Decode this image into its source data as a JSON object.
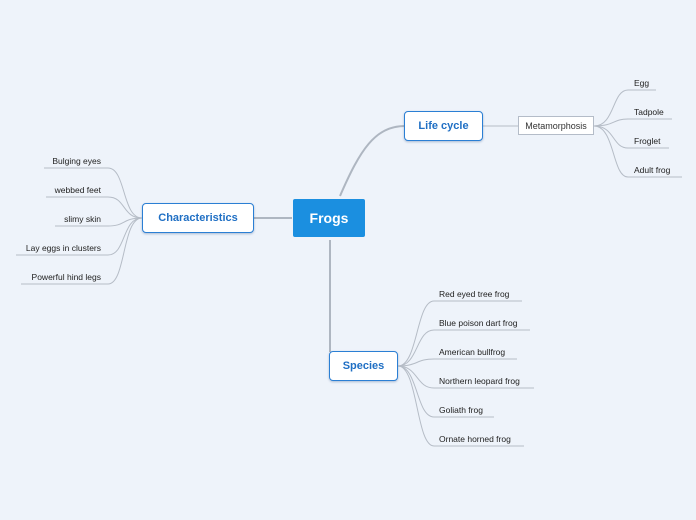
{
  "root": {
    "label": "Frogs"
  },
  "branches": {
    "life_cycle": {
      "label": "Life cycle",
      "sub": {
        "label": "Metamorphosis",
        "items": [
          "Egg",
          "Tadpole",
          "Froglet",
          "Adult frog"
        ]
      }
    },
    "characteristics": {
      "label": "Characteristics",
      "items": [
        "Bulging eyes",
        "webbed feet",
        "slimy skin",
        "Lay eggs in clusters",
        "Powerful hind legs"
      ]
    },
    "species": {
      "label": "Species",
      "items": [
        "Red eyed tree frog",
        "Blue poison dart frog",
        "American bullfrog",
        "Northern leopard frog",
        "Goliath frog",
        "Ornate horned frog"
      ]
    }
  },
  "colors": {
    "background": "#eef3fa",
    "root_fill": "#1b8fe0",
    "branch_border": "#2b7fd4",
    "branch_text": "#1f6fc4",
    "connector": "#b5bcc6",
    "leaf_underline": "#c2c8d0"
  }
}
